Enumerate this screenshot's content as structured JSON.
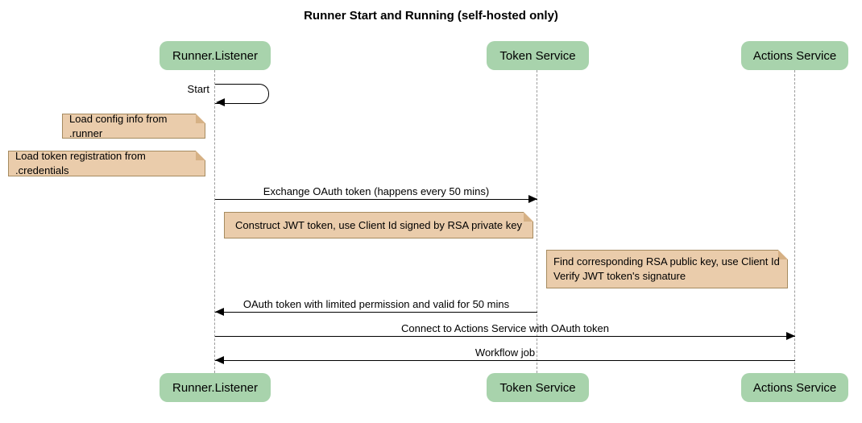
{
  "title": "Runner Start and Running (self-hosted only)",
  "colors": {
    "participant_fill": "#a8d3ac",
    "note_fill": "#eaccab",
    "note_border": "#a68b60",
    "note_fold": "#d6b185",
    "lifeline_color": "#9b9b9b",
    "message_color": "#000000"
  },
  "participants": [
    {
      "label": "Runner.Listener"
    },
    {
      "label": "Token Service"
    },
    {
      "label": "Actions Service"
    }
  ],
  "messages": [
    {
      "label": "Start",
      "from": "Runner.Listener",
      "to": "Runner.Listener",
      "type": "self"
    },
    {
      "label": "Exchange OAuth token (happens every 50 mins)",
      "from": "Runner.Listener",
      "to": "Token Service",
      "type": "solid-arrow"
    },
    {
      "label": "OAuth token with limited permission and valid for 50 mins",
      "from": "Token Service",
      "to": "Runner.Listener",
      "type": "solid-arrow"
    },
    {
      "label": "Connect to Actions Service with OAuth token",
      "from": "Runner.Listener",
      "to": "Actions Service",
      "type": "solid-arrow"
    },
    {
      "label": "Workflow job",
      "from": "Actions Service",
      "to": "Runner.Listener",
      "type": "solid-arrow"
    }
  ],
  "notes": [
    {
      "text": "Load config info from .runner",
      "position": "left of Runner.Listener"
    },
    {
      "text": "Load token registration from .credentials",
      "position": "left of Runner.Listener"
    },
    {
      "text": "Construct JWT token, use Client Id signed by RSA private key",
      "position": "over Runner.Listener and Token Service"
    },
    {
      "text": "Find corresponding RSA public key, use Client Id\nVerify JWT token's signature",
      "position": "left of Actions Service"
    }
  ]
}
